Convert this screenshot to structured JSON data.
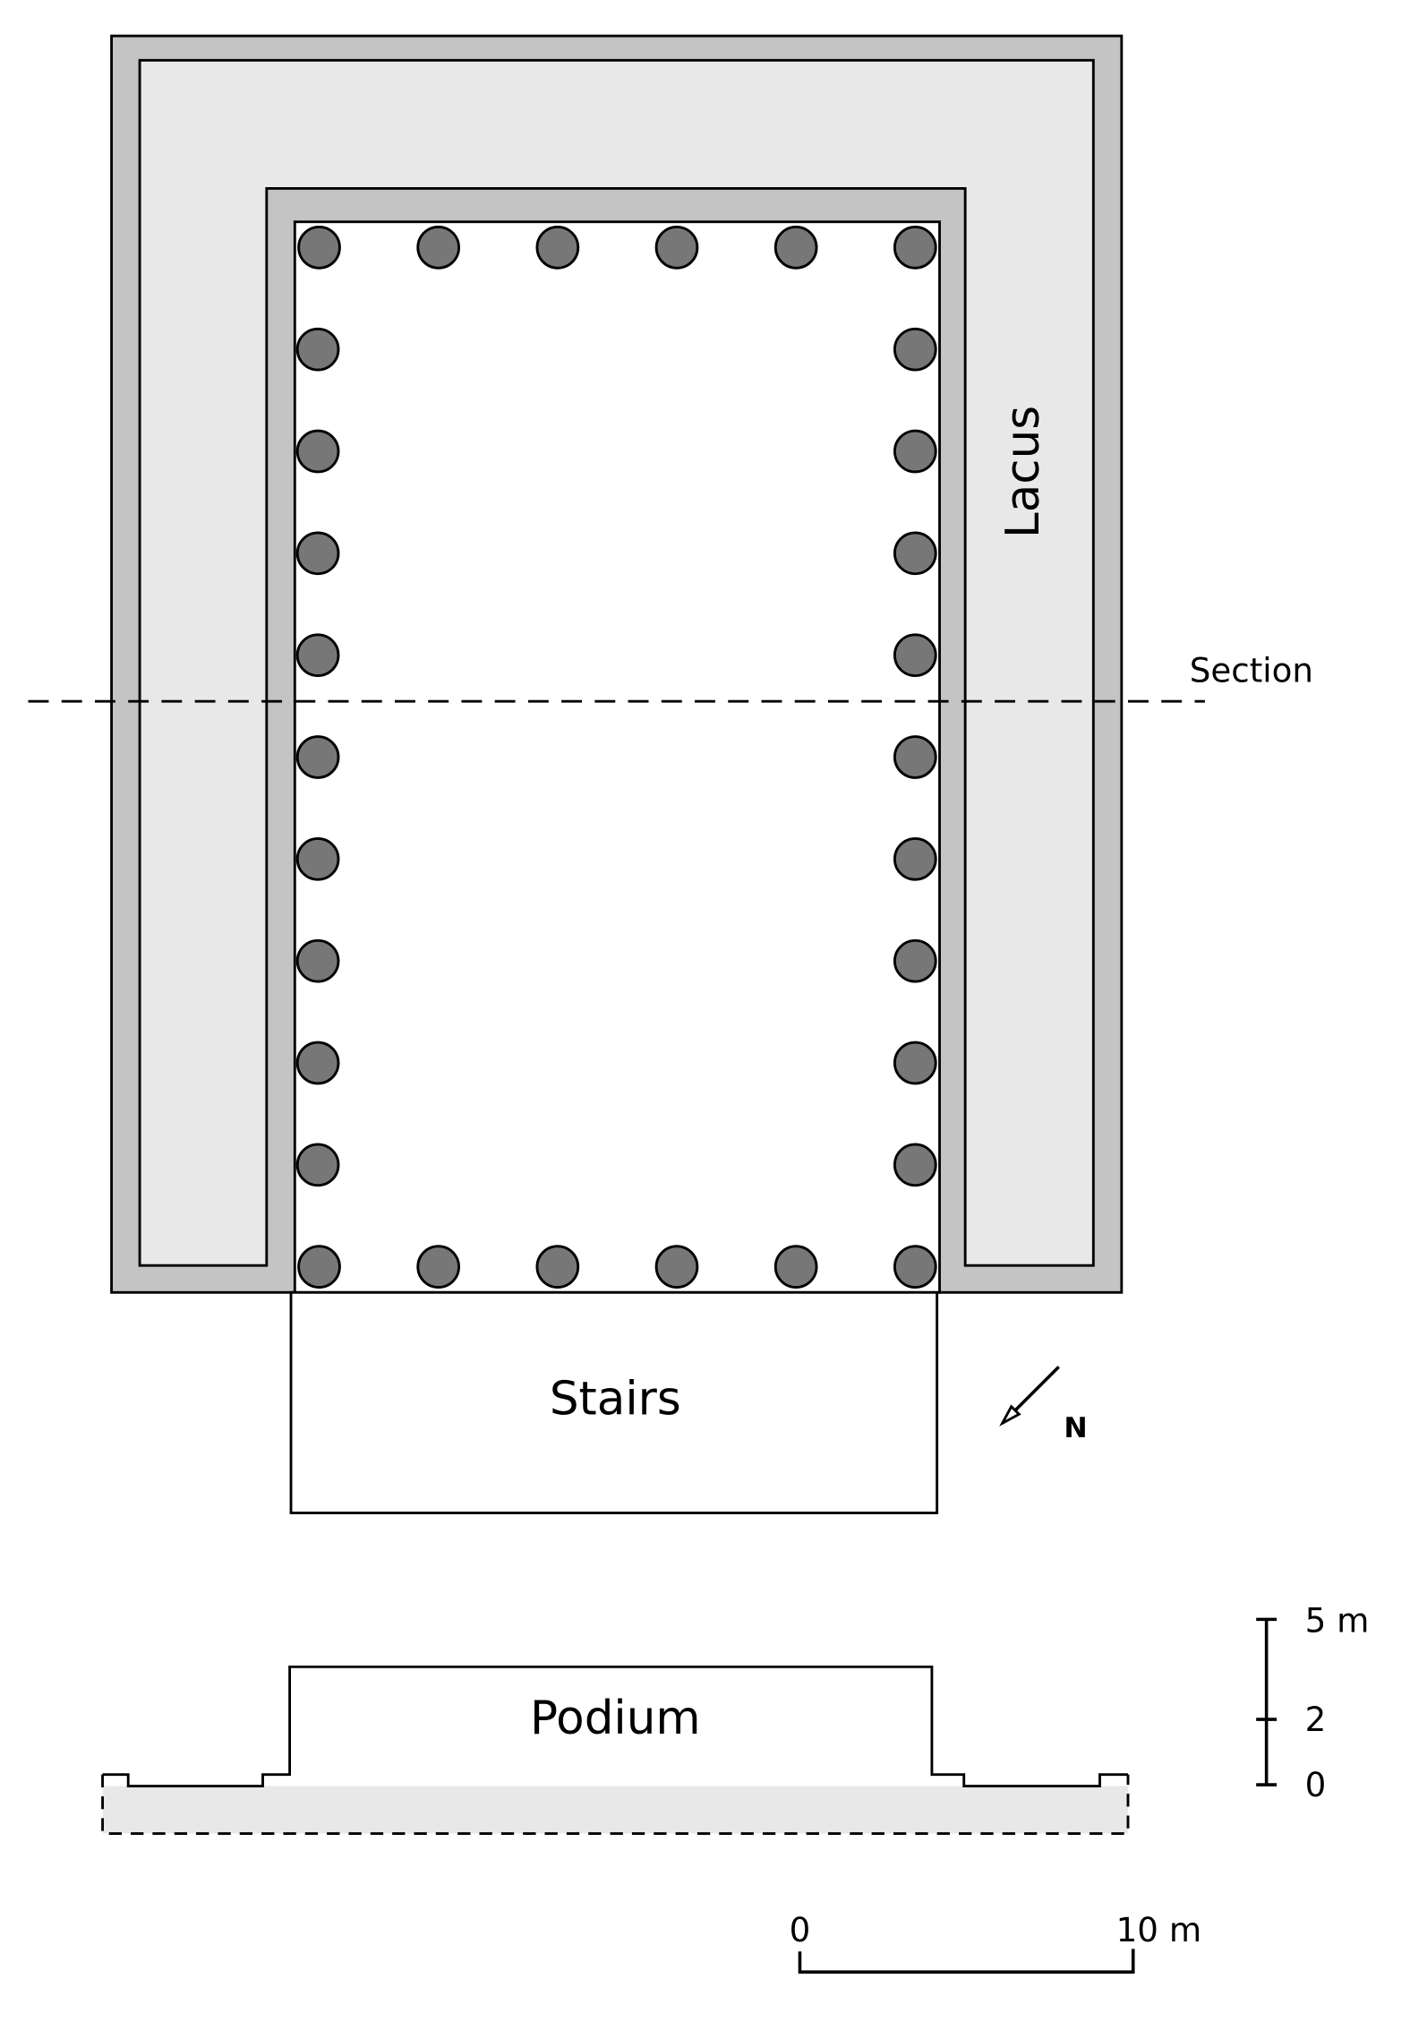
{
  "labels": {
    "lacus": "Lacus",
    "section": "Section",
    "stairs": "Stairs",
    "podium": "Podium",
    "north": "N"
  },
  "height_scale": {
    "top": "5 m",
    "middle": "2",
    "bottom": "0"
  },
  "length_scale": {
    "start": "0",
    "end": "10 m"
  },
  "colors": {
    "lacus_band": "#c4c4c4",
    "lacus_fill": "#e8e8e8",
    "column": "#777777",
    "ground": "#e8e8e8"
  },
  "columns": {
    "front_back_count": 6,
    "side_count_each": 9
  }
}
